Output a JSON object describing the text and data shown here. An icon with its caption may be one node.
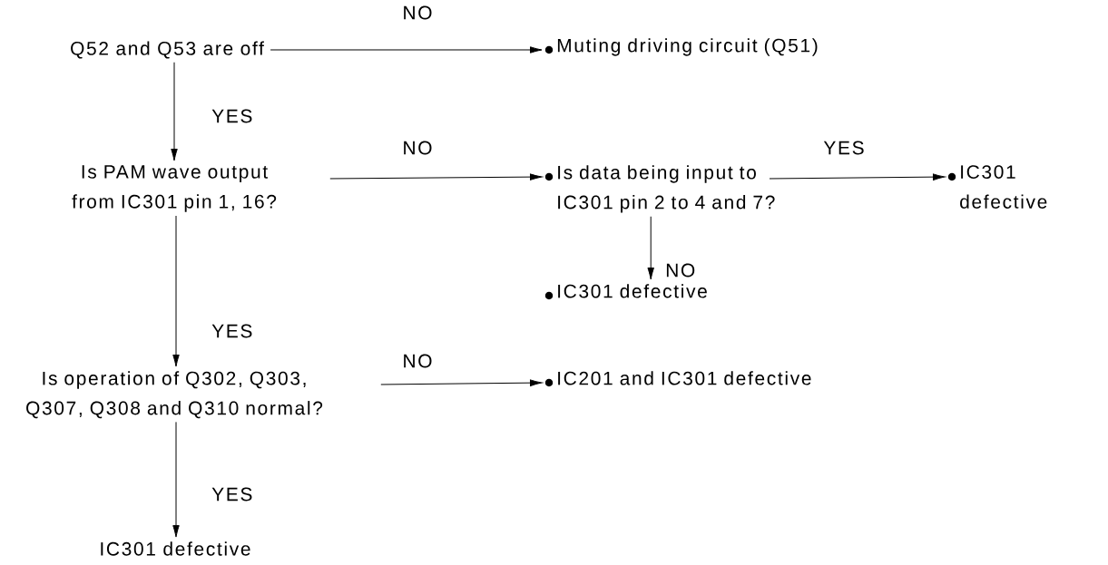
{
  "diagram": {
    "nodes": [
      {
        "text": [
          "Q52 and Q53 are off"
        ]
      },
      {
        "text": [
          "Muting driving circuit (Q51)"
        ]
      },
      {
        "text": [
          "Is PAM wave output from IC301 pin 1, 16?"
        ]
      },
      {
        "text": [
          "Is data being input to IC301 pin 2 to 4 and 7?"
        ]
      },
      {
        "text": [
          "IC301 defective"
        ]
      },
      {
        "text": [
          "IC301 defective"
        ]
      },
      {
        "text": [
          "Is operation of Q302, Q303, Q307, Q308 and Q310 normal?"
        ]
      },
      {
        "text": [
          "IC201 and IC301 defective"
        ]
      },
      {
        "text": [
          "IC301 defective"
        ]
      }
    ],
    "edges": [
      {
        "from": 0,
        "to": 1,
        "arrow": "to",
        "label": "NO"
      },
      {
        "from": 0,
        "to": 2,
        "arrow": "to",
        "label": "YES"
      },
      {
        "from": 2,
        "to": 3,
        "arrow": "to",
        "label": "NO"
      },
      {
        "from": 3,
        "to": 4,
        "arrow": "to",
        "label": "YES"
      },
      {
        "from": 3,
        "to": 5,
        "arrow": "to",
        "label": "NO"
      },
      {
        "from": 2,
        "to": 6,
        "arrow": "to",
        "label": "YES"
      },
      {
        "from": 6,
        "to": 7,
        "arrow": "to",
        "label": "NO"
      },
      {
        "from": 6,
        "to": 8,
        "arrow": "to",
        "label": "YES"
      }
    ]
  }
}
